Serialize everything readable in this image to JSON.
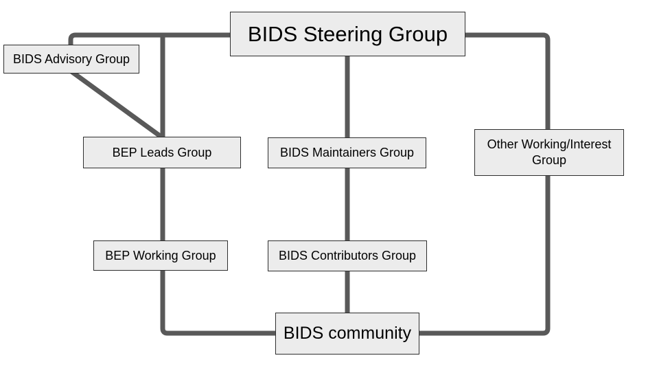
{
  "nodes": {
    "steering": {
      "label": "BIDS Steering Group"
    },
    "advisory": {
      "label": "BIDS Advisory Group"
    },
    "bep_leads": {
      "label": "BEP Leads Group"
    },
    "maintainers": {
      "label": "BIDS Maintainers Group"
    },
    "other": {
      "label": "Other Working/Interest Group"
    },
    "bep_working": {
      "label": "BEP Working Group"
    },
    "contributors": {
      "label": "BIDS Contributors Group"
    },
    "community": {
      "label": "BIDS community"
    }
  },
  "edges": [
    {
      "from": "BIDS Steering Group",
      "to": "BIDS Advisory Group"
    },
    {
      "from": "BIDS Steering Group",
      "to": "BEP Leads Group"
    },
    {
      "from": "BIDS Advisory Group",
      "to": "BEP Leads Group"
    },
    {
      "from": "BIDS Steering Group",
      "to": "BIDS Maintainers Group"
    },
    {
      "from": "BIDS Steering Group",
      "to": "Other Working/Interest Group"
    },
    {
      "from": "BEP Leads Group",
      "to": "BEP Working Group"
    },
    {
      "from": "BIDS Maintainers Group",
      "to": "BIDS Contributors Group"
    },
    {
      "from": "BEP Working Group",
      "to": "BIDS community"
    },
    {
      "from": "BIDS Contributors Group",
      "to": "BIDS community"
    },
    {
      "from": "Other Working/Interest Group",
      "to": "BIDS community"
    }
  ],
  "colors": {
    "connector": "#595959",
    "node_fill": "#ececec",
    "node_border": "#2e2e2e",
    "text": "#000000",
    "background": "#ffffff"
  }
}
